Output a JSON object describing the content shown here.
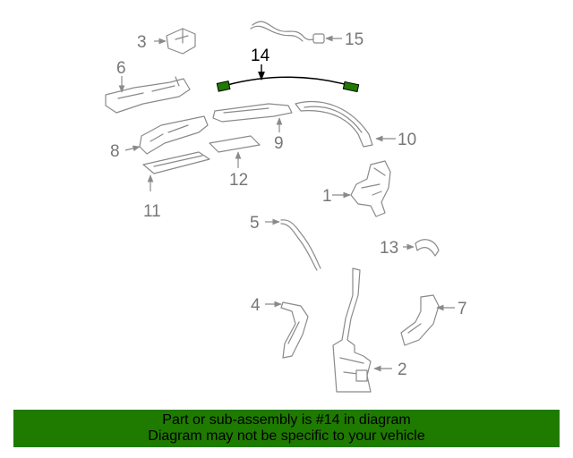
{
  "diagram": {
    "highlight_color": "#1f7a00",
    "highlighted_part": "14",
    "callouts": [
      {
        "id": "1",
        "label": "1"
      },
      {
        "id": "2",
        "label": "2"
      },
      {
        "id": "3",
        "label": "3"
      },
      {
        "id": "4",
        "label": "4"
      },
      {
        "id": "5",
        "label": "5"
      },
      {
        "id": "6",
        "label": "6"
      },
      {
        "id": "7",
        "label": "7"
      },
      {
        "id": "8",
        "label": "8"
      },
      {
        "id": "9",
        "label": "9"
      },
      {
        "id": "10",
        "label": "10"
      },
      {
        "id": "11",
        "label": "11"
      },
      {
        "id": "12",
        "label": "12"
      },
      {
        "id": "13",
        "label": "13"
      },
      {
        "id": "14",
        "label": "14"
      },
      {
        "id": "15",
        "label": "15"
      }
    ]
  },
  "banner": {
    "line1": "Part or sub-assembly is #14 in diagram",
    "line2": "Diagram may not be specific to your vehicle"
  }
}
